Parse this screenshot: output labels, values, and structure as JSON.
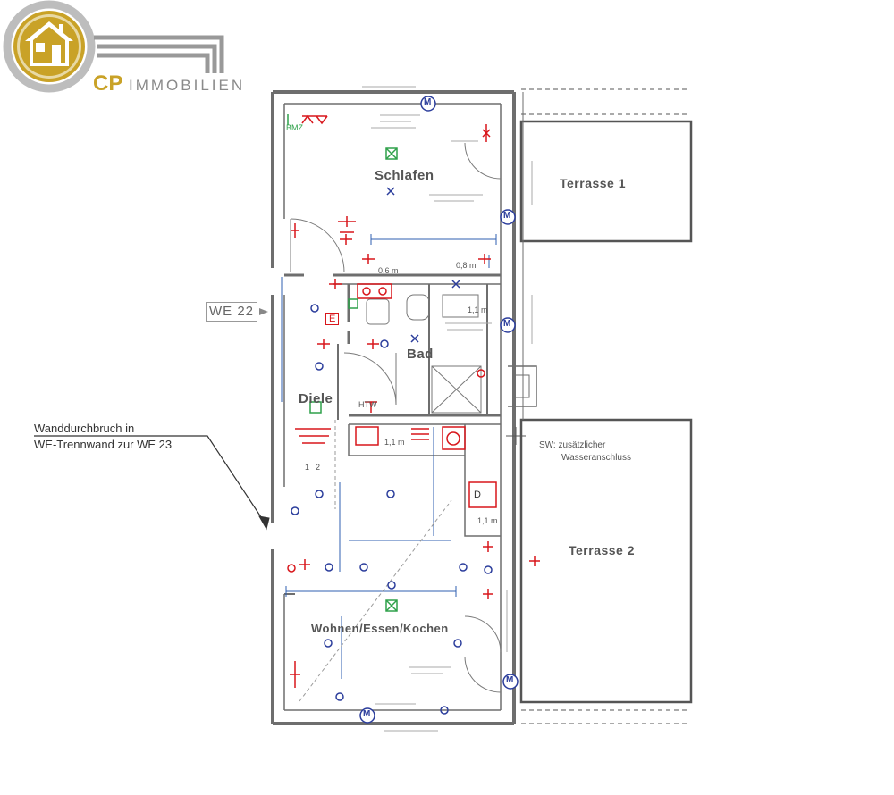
{
  "logo": {
    "brand_letters": "CP",
    "brand_word": "IMMOBILIEN",
    "gold": "#c9a227",
    "grey": "#8a8a8a"
  },
  "rooms": {
    "schlafen": "Schlafen",
    "bad": "Bad",
    "diele": "Diele",
    "wohnen": "Wohnen/Essen/Kochen",
    "terrasse1": "Terrasse 1",
    "terrasse2": "Terrasse 2"
  },
  "unit_label": "WE 22",
  "annotation": {
    "line1": "Wanddurchbruch in",
    "line2": "WE-Trennwand zur WE 23"
  },
  "water_note": {
    "line1": "SW: zusätzlicher",
    "line2": "Wasseranschluss"
  },
  "plan_marks": {
    "htw": "HTW",
    "schlafen_dim_left": "0,6 m",
    "schlafen_dim_right": "0,8 m",
    "bad_dim": "1,1 m",
    "kitchen_dim": "1,1 m",
    "counter_dim": "1,1 m",
    "bmz": "BMZ",
    "e_box": "E",
    "d_box": "D",
    "num_1": "1",
    "num_2": "2",
    "m_symbol": "M"
  },
  "colors": {
    "wall": "#6e6e6e",
    "electric": "#d8161b",
    "blue": "#2b3d9c",
    "dim_line": "#2f5fb0",
    "green": "#2fa14a"
  }
}
